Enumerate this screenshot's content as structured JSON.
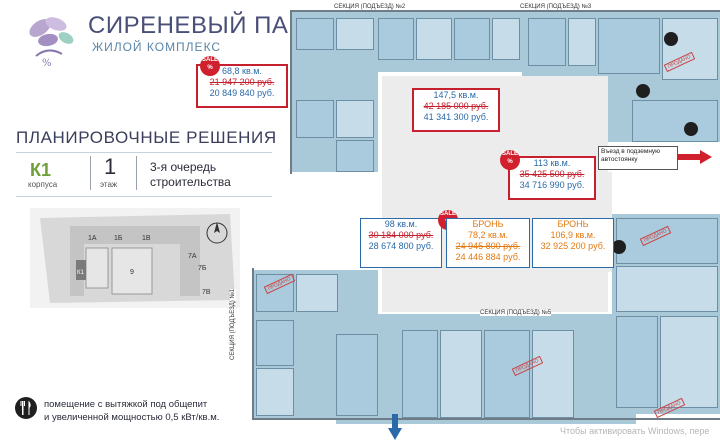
{
  "brand": {
    "title": "СИРЕНЕВЫЙ ПАРК",
    "subtitle": "ЖИЛОЙ КОМПЛЕКС"
  },
  "section_title": "ПЛАНИРОВОЧНЫЕ РЕШЕНИЯ",
  "info": {
    "building": "К1",
    "building_caption": "корпуса",
    "floor": "1",
    "floor_caption": "этаж",
    "stage_line1": "3-я очередь",
    "stage_line2": "строительства"
  },
  "legend": {
    "line1": "помещение с вытяжкой под общепит",
    "line2": "и увеличенной мощностью 0,5 кВт/кв.м."
  },
  "units": [
    {
      "area": "68,8 кв.м.",
      "old_price": "21 947 200 руб.",
      "new_price": "20 849 840 руб."
    },
    {
      "area": "147,5 кв.м.",
      "old_price": "42 185 000 руб.",
      "new_price": "41 341 300 руб."
    },
    {
      "area": "113 кв.м.",
      "old_price": "35 425 500 руб.",
      "new_price": "34 716 990 руб."
    },
    {
      "area": "98 кв.м.",
      "old_price": "30 184 000 руб.",
      "new_price": "28 674 800 руб."
    },
    {
      "status": "БРОНЬ",
      "area": "78,2 кв.м.",
      "old_price": "24 945 800 руб.",
      "new_price": "24 446 884 руб."
    },
    {
      "status": "БРОНЬ",
      "area": "106,9 кв.м.",
      "price": "32 925 200 руб."
    }
  ],
  "sale_badge": "SALE %",
  "exit_label": "Въезд в подземную автостоянку",
  "sections": [
    "СЕКЦИЯ (ПОДЪЕЗД) №2",
    "СЕКЦИЯ (ПОДЪЕЗД) №3",
    "СЕКЦИЯ (ПОДЪЕЗД) №5",
    "СЕКЦИЯ (ПОДЪЕЗД) №1"
  ],
  "sold_stamp": "ПРОДАНО",
  "watermark": "Чтобы активировать Windows, пере",
  "colors": {
    "sale_red": "#c6202f",
    "price_blue": "#2a6aa8",
    "reserve_orange": "#e27a12",
    "brand_green": "#6f9f3a"
  },
  "icons": [
    "lilac-logo-icon",
    "cutlery-icon",
    "arrow-right-icon",
    "arrow-down-icon"
  ]
}
